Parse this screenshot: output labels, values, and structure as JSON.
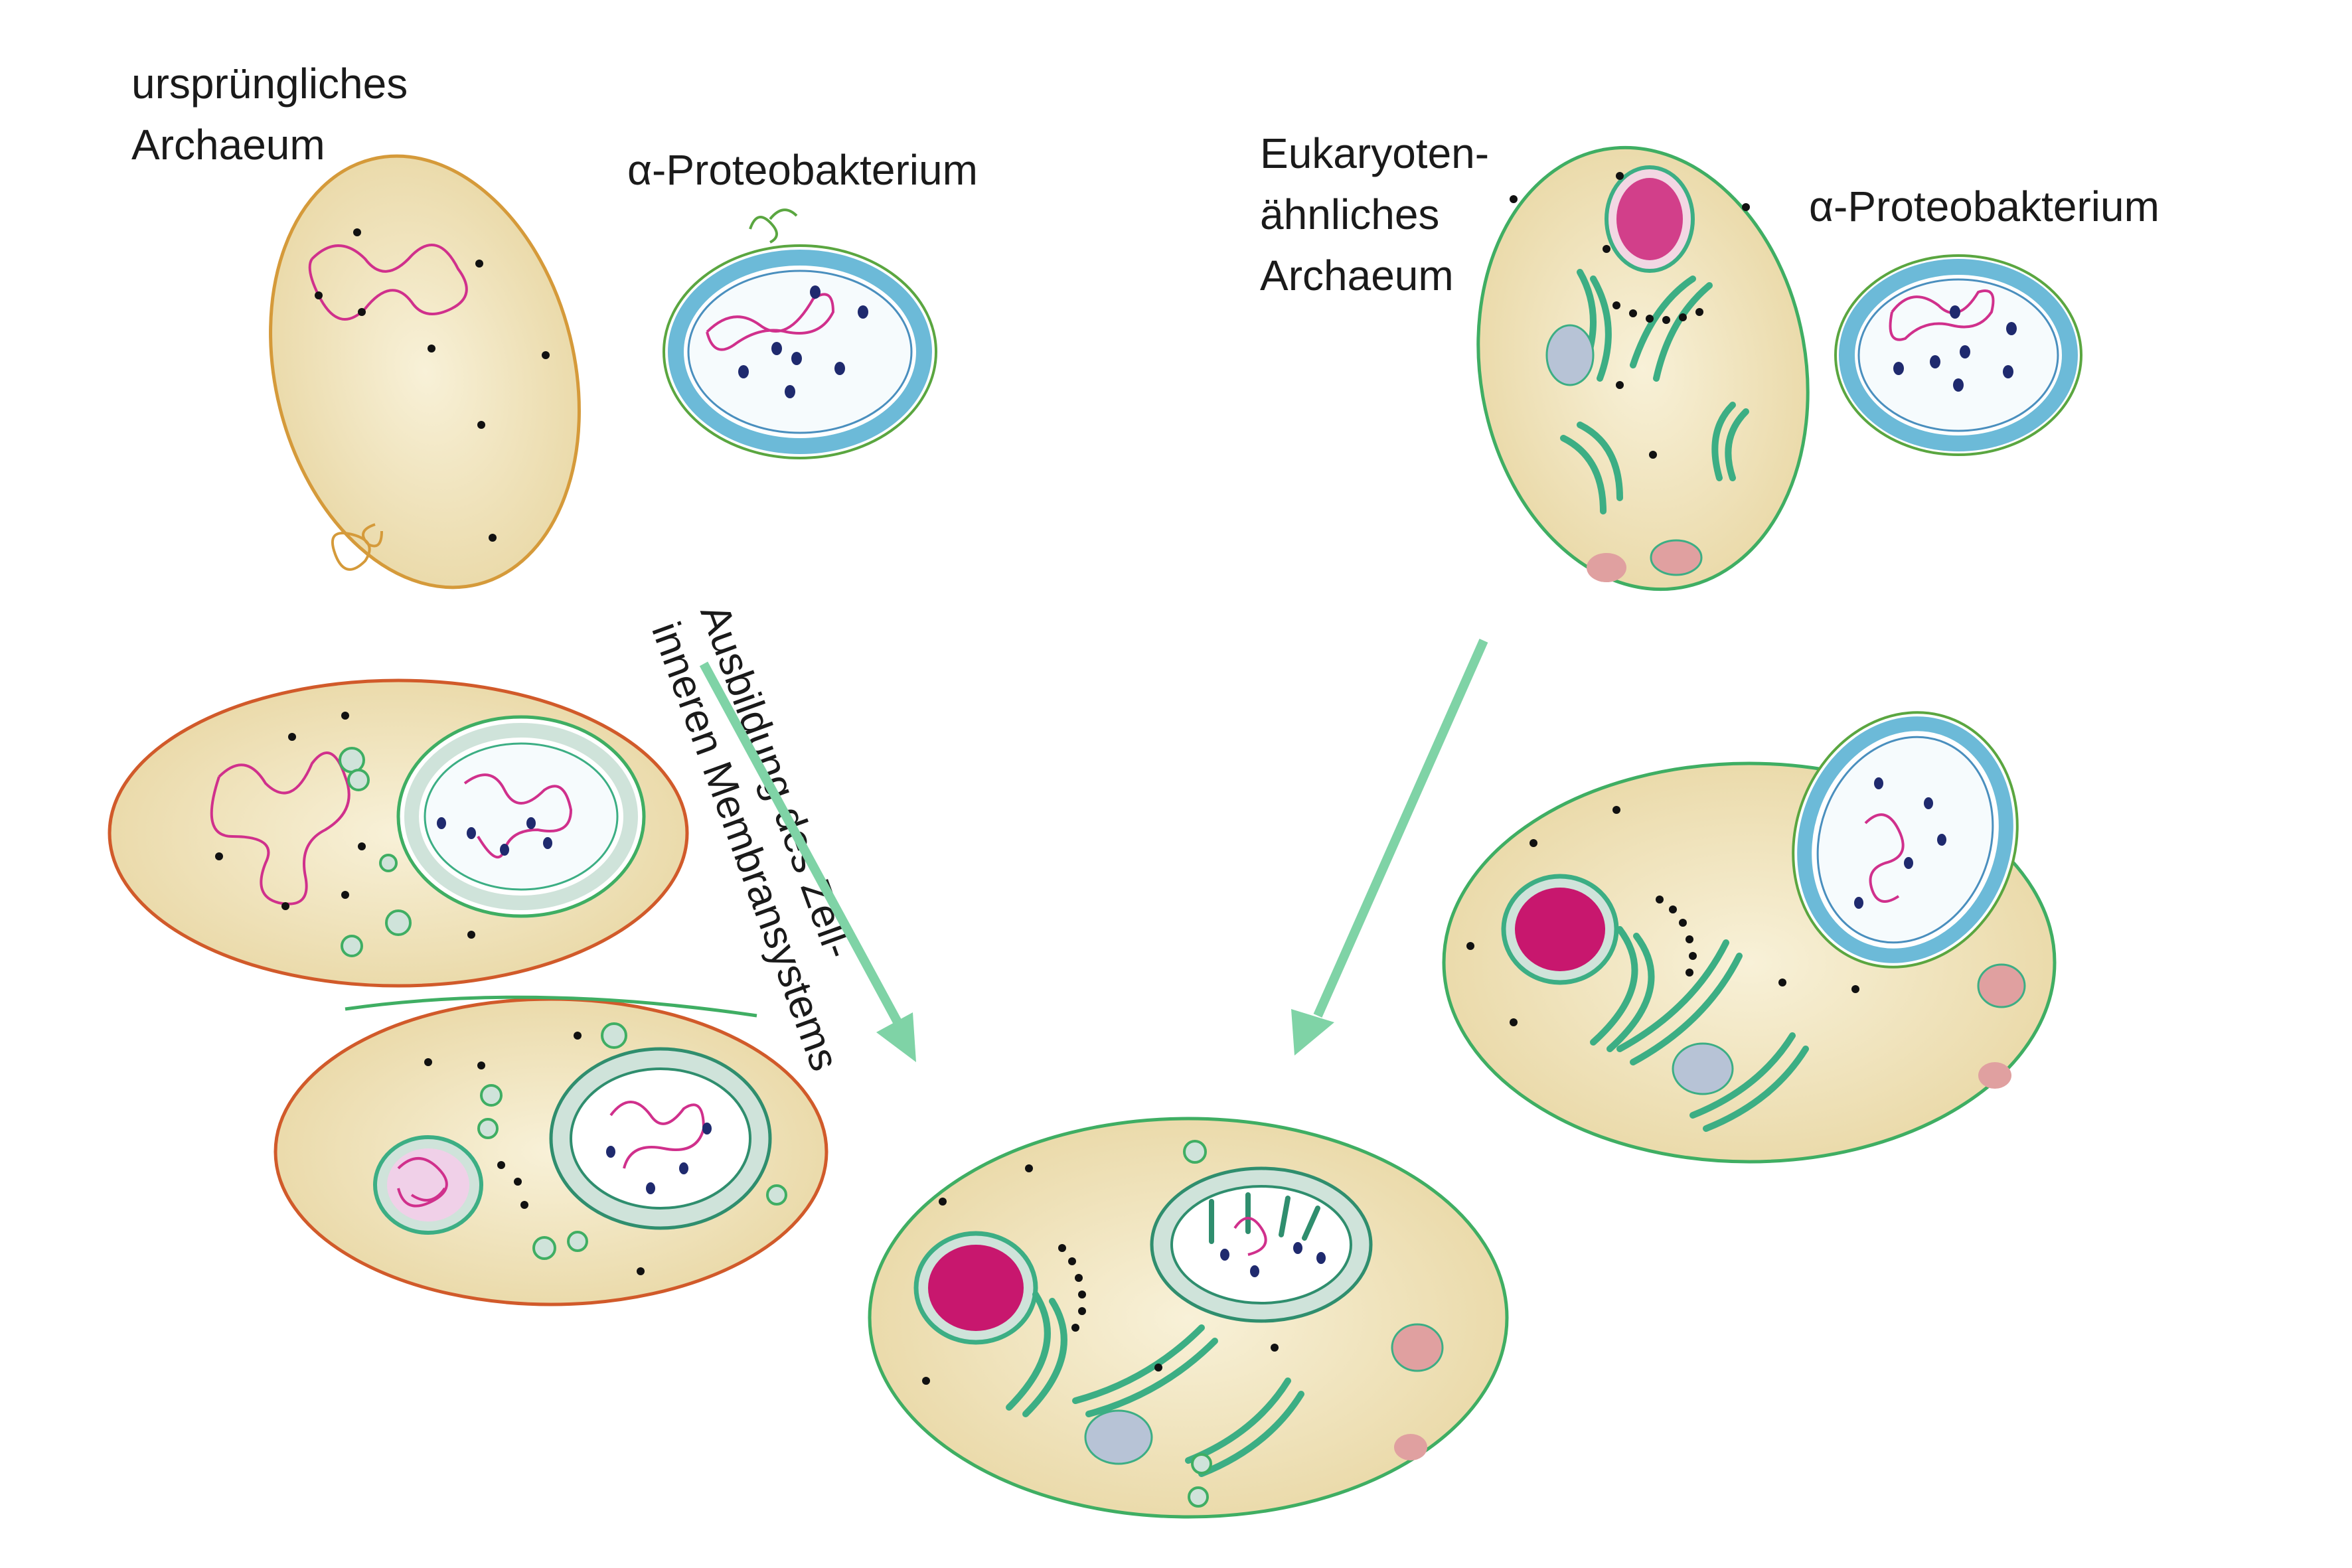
{
  "labels": {
    "archaeon_left": [
      "ursprüngliches",
      "Archaeum"
    ],
    "proteobacterium_left": "α-Proteobakterium",
    "archaeon_right": [
      "Eukaryoten-",
      "ähnliches",
      "Archaeum"
    ],
    "proteobacterium_right": "α-Proteobakterium"
  },
  "arrow_caption": [
    "Ausbildung des Zell-",
    "inneren Membransystems"
  ],
  "colors": {
    "arrow": "#7fd3a6",
    "cytoplasm": "#efe2b8",
    "archaeon_outline": "#d59a3a",
    "eukaryote_outline": "#3fae63",
    "bacterium_wall": "#6cbad8",
    "bacterium_outline": "#5aa640",
    "dna": "#d0308c",
    "nucleus": "#c8176e",
    "organelle_fill": "#cfe3da",
    "organelle_line": "#3cae84",
    "vacuole": "#b7c3d6",
    "pink_body": "#e0a0a0",
    "ribosome": "#111111",
    "ribosome_blue": "#1f2a6e"
  }
}
